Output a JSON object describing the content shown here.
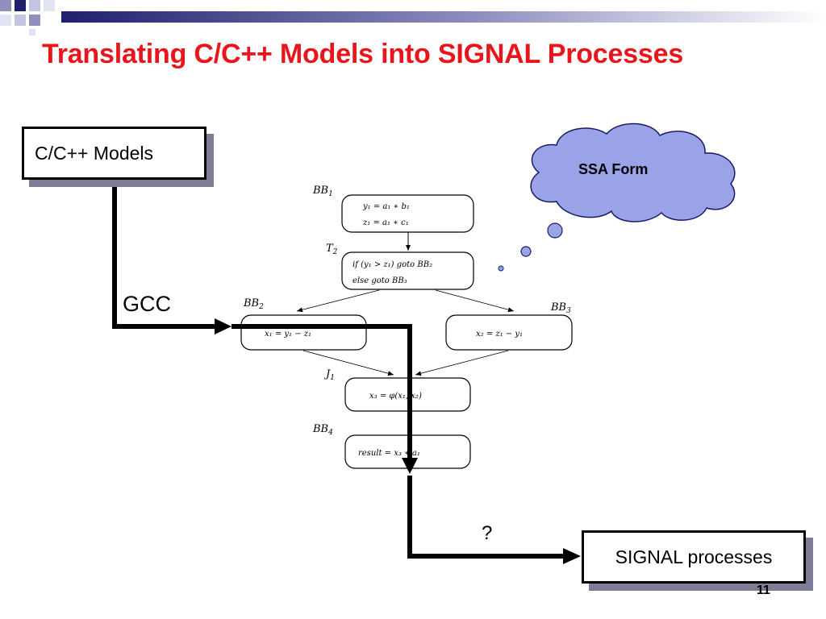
{
  "slide": {
    "title": "Translating C/C++ Models into SIGNAL Processes",
    "page_number": "11"
  },
  "colors": {
    "title": "#e8161b",
    "header_dark": "#1f1f6e",
    "header_mid": "#8f90c0",
    "box_shadow": "#7d7e95",
    "cloud_fill": "#9aa3e8",
    "cloud_stroke": "#1a1a66"
  },
  "boxes": {
    "source": "C/C++ Models",
    "target": "SIGNAL processes"
  },
  "labels": {
    "gcc": "GCC",
    "question": "?",
    "ssa": "SSA Form"
  },
  "ssa_graph": {
    "bb1": {
      "name": "BB",
      "sub": "1",
      "lines": [
        "y₁  =  a₁ ∗ b₁",
        "z₁  =  a₁ ∗ c₁"
      ]
    },
    "t2": {
      "name": "T",
      "sub": "2",
      "lines": [
        "if (y₁ > z₁) goto BB₂",
        "else goto BB₃"
      ]
    },
    "bb2": {
      "name": "BB",
      "sub": "2",
      "lines": [
        "x₁ = y₁ − z₁"
      ]
    },
    "bb3": {
      "name": "BB",
      "sub": "3",
      "lines": [
        "x₂ = z₁ − y₁"
      ]
    },
    "j1": {
      "name": "J",
      "sub": "1",
      "lines": [
        "x₃ = φ(x₁, x₂)"
      ]
    },
    "bb4": {
      "name": "BB",
      "sub": "4",
      "lines": [
        "result = x₃ ∗ a₁"
      ]
    }
  }
}
